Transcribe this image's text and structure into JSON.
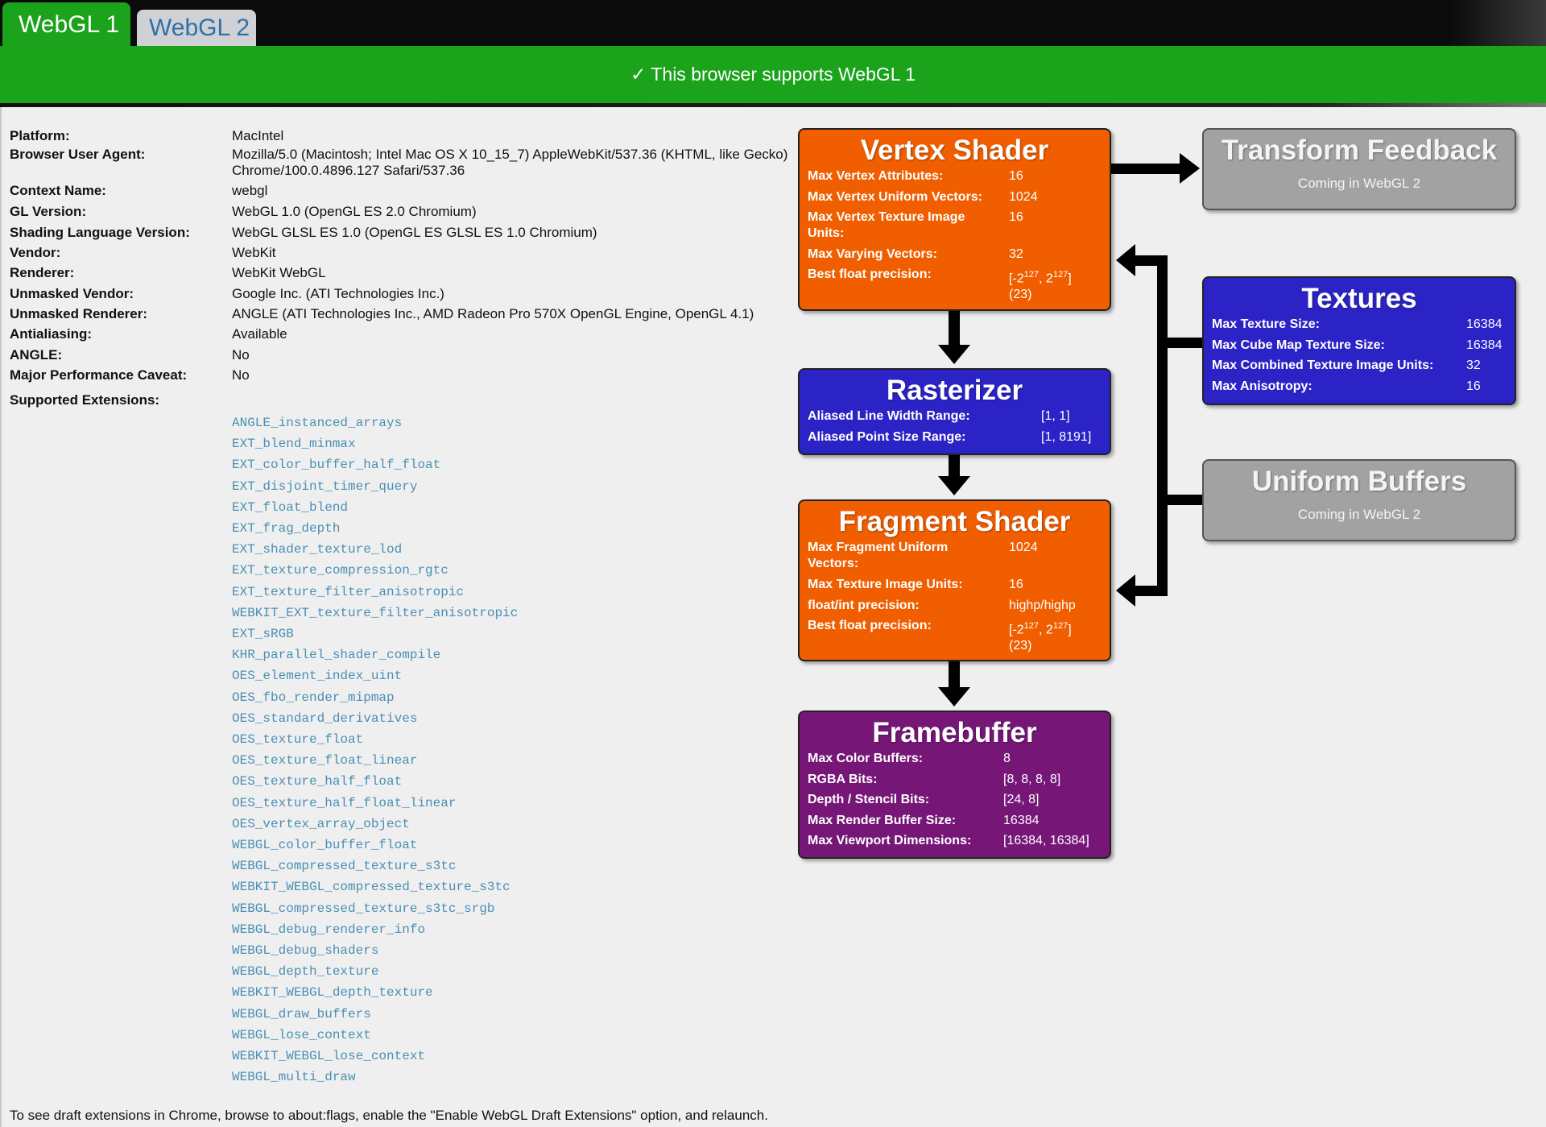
{
  "tabs": [
    {
      "label": "WebGL 1",
      "active": true
    },
    {
      "label": "WebGL 2",
      "active": false
    }
  ],
  "banner": "✓ This browser supports WebGL 1",
  "info": [
    {
      "label": "Platform:",
      "value": "MacIntel"
    },
    {
      "label": "Browser User Agent:",
      "value": "Mozilla/5.0 (Macintosh; Intel Mac OS X 10_15_7) AppleWebKit/537.36 (KHTML, like Gecko)",
      "value2": "Chrome/100.0.4896.127 Safari/537.36"
    },
    {
      "label": "Context Name:",
      "value": "webgl"
    },
    {
      "label": "GL Version:",
      "value": "WebGL 1.0 (OpenGL ES 2.0 Chromium)"
    },
    {
      "label": "Shading Language Version:",
      "value": "WebGL GLSL ES 1.0 (OpenGL ES GLSL ES 1.0 Chromium)"
    },
    {
      "label": "Vendor:",
      "value": "WebKit"
    },
    {
      "label": "Renderer:",
      "value": "WebKit WebGL"
    },
    {
      "label": "Unmasked Vendor:",
      "value": "Google Inc. (ATI Technologies Inc.)"
    },
    {
      "label": "Unmasked Renderer:",
      "value": "ANGLE (ATI Technologies Inc., AMD Radeon Pro 570X OpenGL Engine, OpenGL 4.1)"
    },
    {
      "label": "Antialiasing:",
      "value": "Available"
    },
    {
      "label": "ANGLE:",
      "value": "No"
    },
    {
      "label": "Major Performance Caveat:",
      "value": "No"
    },
    {
      "label": "Supported Extensions:",
      "value": ""
    }
  ],
  "extensions": [
    "ANGLE_instanced_arrays",
    "EXT_blend_minmax",
    "EXT_color_buffer_half_float",
    "EXT_disjoint_timer_query",
    "EXT_float_blend",
    "EXT_frag_depth",
    "EXT_shader_texture_lod",
    "EXT_texture_compression_rgtc",
    "EXT_texture_filter_anisotropic",
    "WEBKIT_EXT_texture_filter_anisotropic",
    "EXT_sRGB",
    "KHR_parallel_shader_compile",
    "OES_element_index_uint",
    "OES_fbo_render_mipmap",
    "OES_standard_derivatives",
    "OES_texture_float",
    "OES_texture_float_linear",
    "OES_texture_half_float",
    "OES_texture_half_float_linear",
    "OES_vertex_array_object",
    "WEBGL_color_buffer_float",
    "WEBGL_compressed_texture_s3tc",
    "WEBKIT_WEBGL_compressed_texture_s3tc",
    "WEBGL_compressed_texture_s3tc_srgb",
    "WEBGL_debug_renderer_info",
    "WEBGL_debug_shaders",
    "WEBGL_depth_texture",
    "WEBKIT_WEBGL_depth_texture",
    "WEBGL_draw_buffers",
    "WEBGL_lose_context",
    "WEBKIT_WEBGL_lose_context",
    "WEBGL_multi_draw"
  ],
  "footer_note": "To see draft extensions in Chrome, browse to about:flags, enable the \"Enable WebGL Draft Extensions\" option, and relaunch.",
  "colors": {
    "green": "#1ba31b",
    "orange": "#f05e00",
    "blue": "#2b23c6",
    "purple": "#761778",
    "gray": "#a2a2a2",
    "ext_link": "#4a8fb6"
  },
  "pipeline": {
    "vertex": {
      "title": "Vertex Shader",
      "rows": [
        {
          "k": "Max Vertex Attributes:",
          "v": "16"
        },
        {
          "k": "Max Vertex Uniform Vectors:",
          "v": "1024"
        },
        {
          "k": "Max Vertex Texture Image",
          "k2": "Units:",
          "v": "16"
        },
        {
          "k": "Max Varying Vectors:",
          "v": "32"
        },
        {
          "k": "Best float precision:",
          "v": "[-2",
          "sup1": "127",
          "mid": ", 2",
          "sup2": "127",
          "end": "]",
          "v2": "(23)"
        }
      ]
    },
    "rasterizer": {
      "title": "Rasterizer",
      "rows": [
        {
          "k": "Aliased Line Width Range:",
          "v": "[1, 1]"
        },
        {
          "k": "Aliased Point Size Range:",
          "v": "[1, 8191]"
        }
      ]
    },
    "fragment": {
      "title": "Fragment Shader",
      "rows": [
        {
          "k": "Max Fragment Uniform",
          "k2": "Vectors:",
          "v": "1024"
        },
        {
          "k": "Max Texture Image Units:",
          "v": "16"
        },
        {
          "k": "float/int precision:",
          "v": "highp/highp"
        },
        {
          "k": "Best float precision:",
          "v": "[-2",
          "sup1": "127",
          "mid": ", 2",
          "sup2": "127",
          "end": "]",
          "v2": "(23)"
        }
      ]
    },
    "framebuffer": {
      "title": "Framebuffer",
      "rows": [
        {
          "k": "Max Color Buffers:",
          "v": "8"
        },
        {
          "k": "RGBA Bits:",
          "v": "[8, 8, 8, 8]"
        },
        {
          "k": "Depth / Stencil Bits:",
          "v": "[24, 8]"
        },
        {
          "k": "Max Render Buffer Size:",
          "v": "16384"
        },
        {
          "k": "Max Viewport Dimensions:",
          "v": "[16384, 16384]"
        }
      ]
    },
    "transform_feedback": {
      "title": "Transform Feedback",
      "subtitle": "Coming in WebGL 2"
    },
    "textures": {
      "title": "Textures",
      "rows": [
        {
          "k": "Max Texture Size:",
          "v": "16384"
        },
        {
          "k": "Max Cube Map Texture Size:",
          "v": "16384"
        },
        {
          "k": "Max Combined Texture Image Units:",
          "v": "32"
        },
        {
          "k": "Max Anisotropy:",
          "v": "16"
        }
      ]
    },
    "uniform_buffers": {
      "title": "Uniform Buffers",
      "subtitle": "Coming in WebGL 2"
    }
  }
}
